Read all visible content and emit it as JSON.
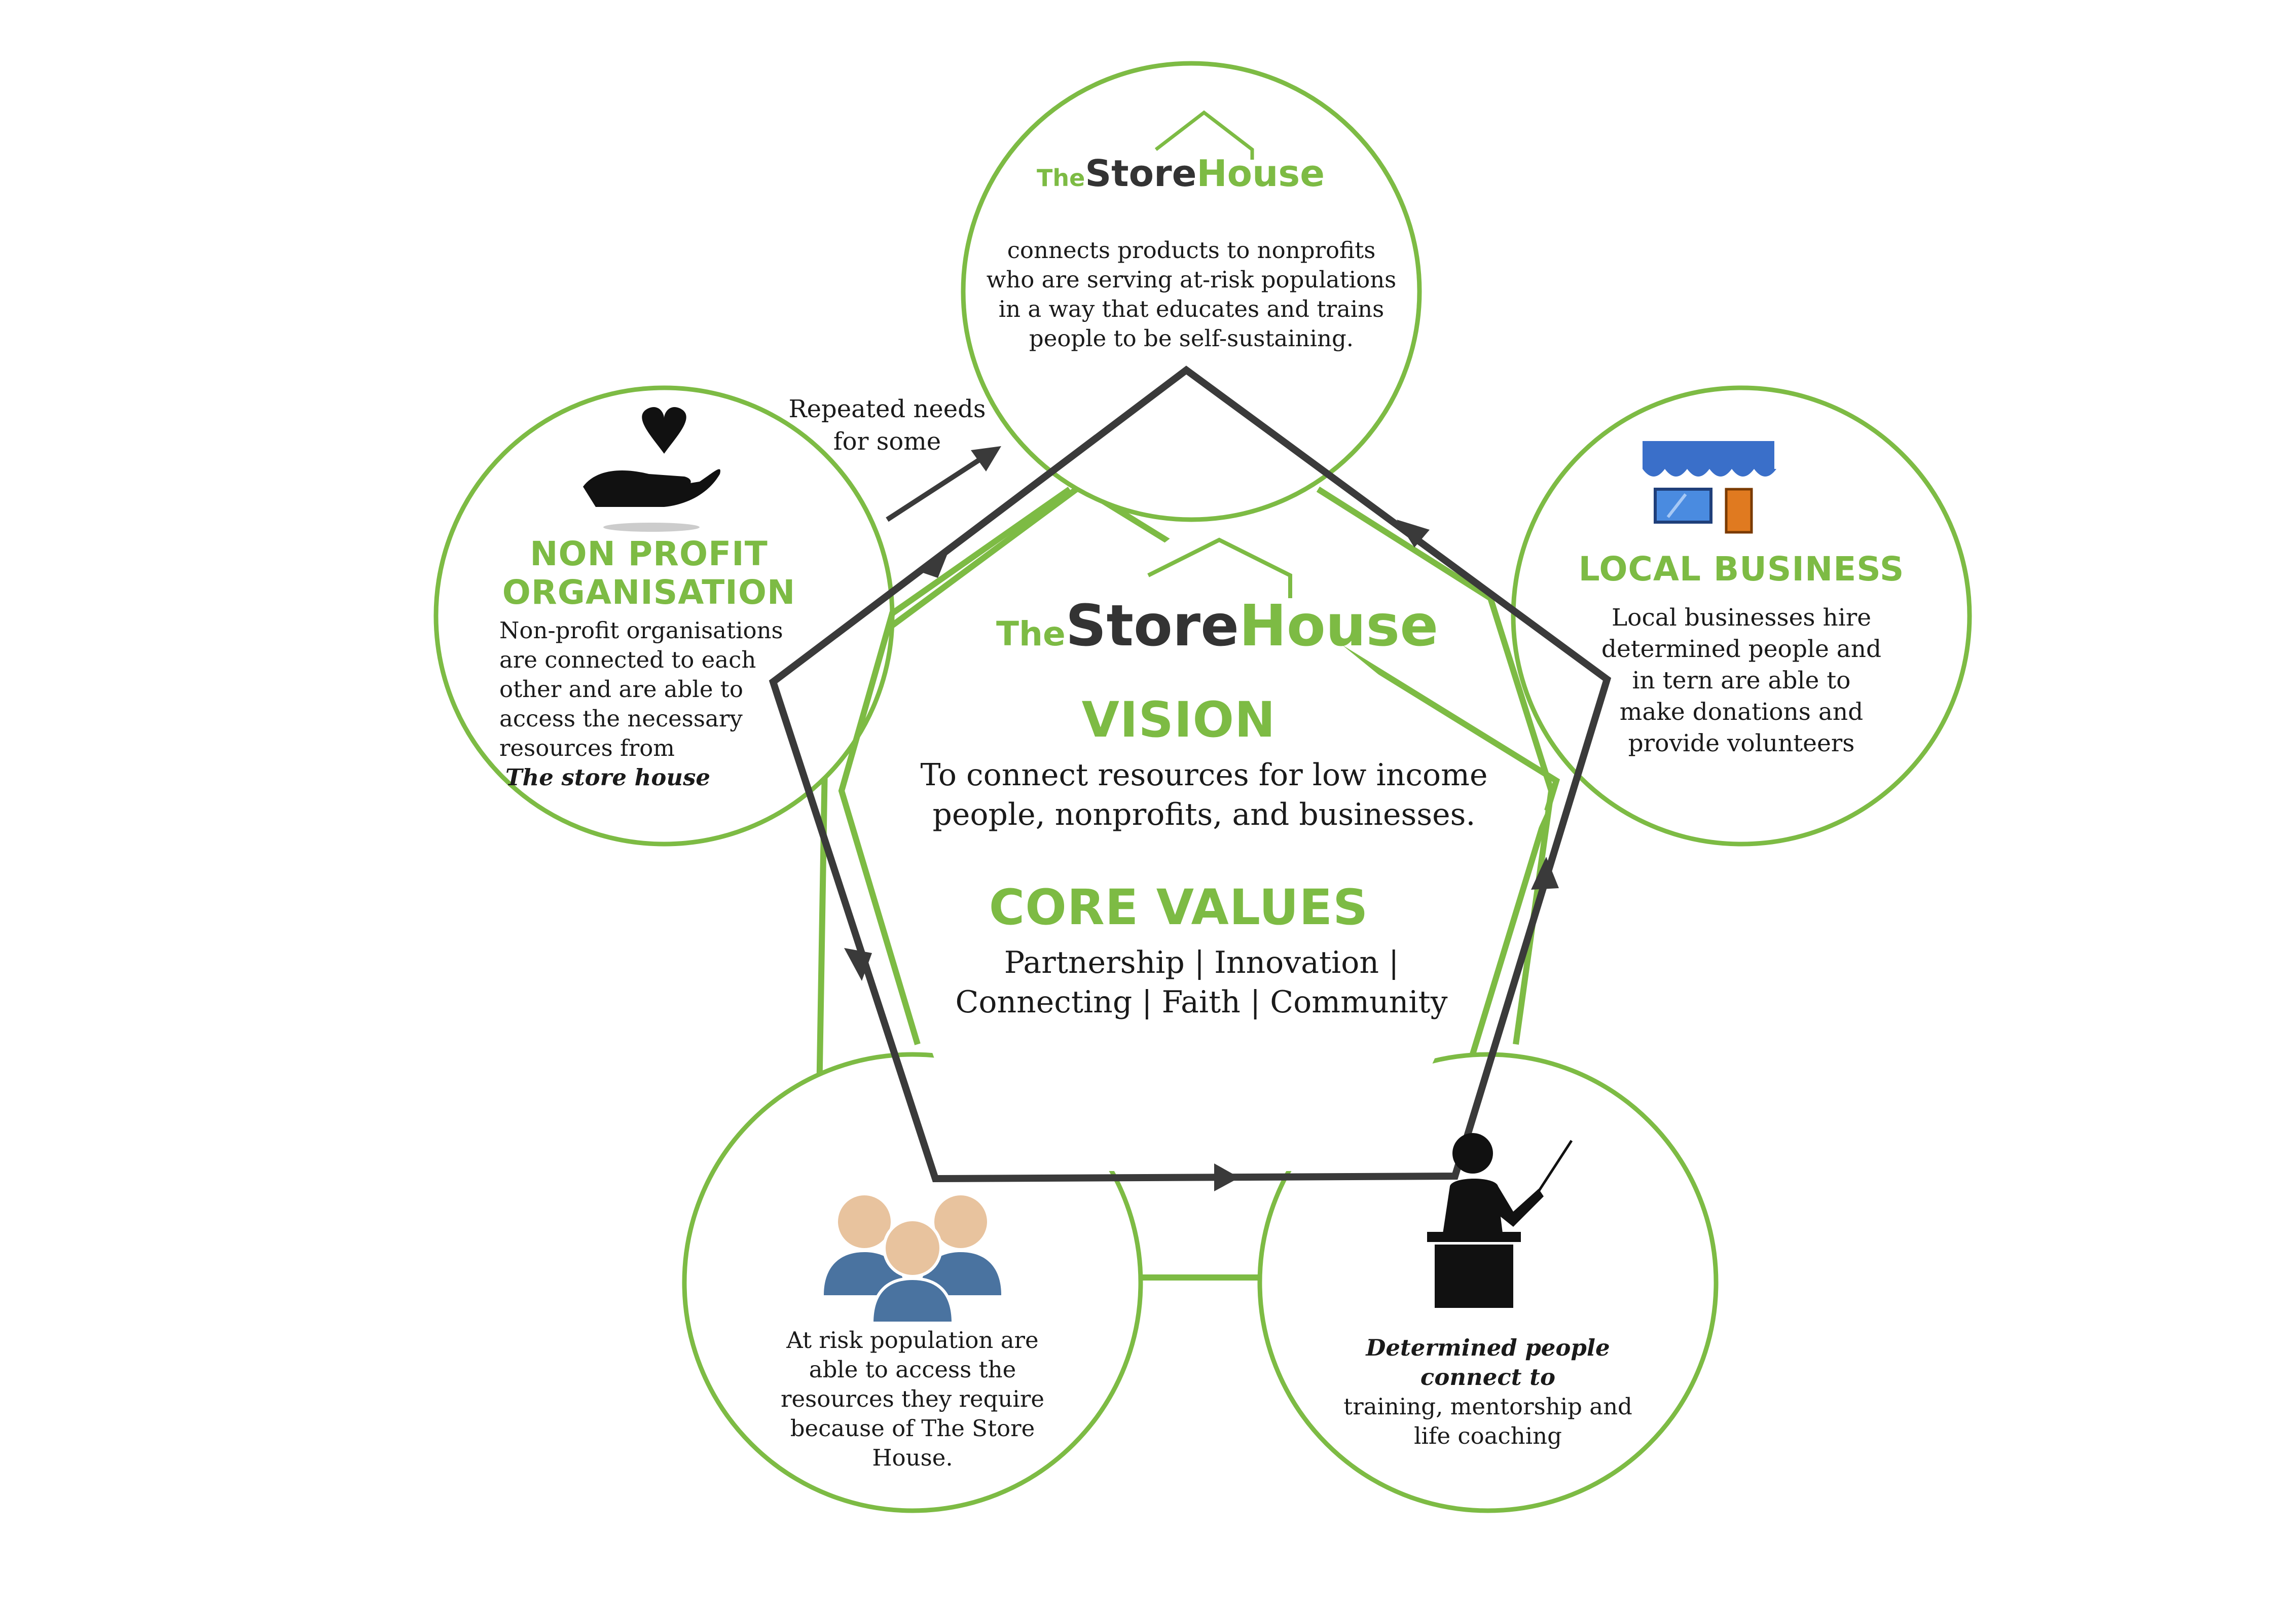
{
  "colors": {
    "brand_green": "#7dbb44",
    "dark_line": "#3a3a3a",
    "people_skin": "#e8c39e",
    "people_body": "#4a73a0",
    "awning_blue": "#3a6fc9",
    "door_orange": "#e07a20"
  },
  "logo": {
    "the": "The",
    "store": "Store",
    "house": "House"
  },
  "top_circle": {
    "text": "connects products to nonprofits who are serving at-risk populations in a way that educates and trains people to be self-sustaining."
  },
  "nonprofit": {
    "icon": "hand-heart-icon",
    "title_line1": "NON PROFIT",
    "title_line2": "ORGANISATION",
    "text": "Non-profit organisations are connected to each other and are able to access the necessary resources from",
    "text_emphasis": "The store house"
  },
  "local_business": {
    "icon": "storefront-icon",
    "title": "LOCAL BUSINESS",
    "text": "Local businesses hire determined people and in tern are able to make donations and provide volunteers"
  },
  "at_risk": {
    "icon": "people-group-icon",
    "text": "At risk population are able to access the resources they require because of The Store House."
  },
  "determined": {
    "icon": "teacher-podium-icon",
    "text_emphasis": "Determined people connect to",
    "text": "training, mentorship and life coaching"
  },
  "repeated_needs": {
    "line1": "Repeated needs",
    "line2": "for some"
  },
  "center": {
    "vision_title": "VISION",
    "vision_line1": "To connect resources for low income",
    "vision_line2": "people, nonprofits, and businesses.",
    "core_values_title": "CORE VALUES",
    "values_line1": "Partnership | Innovation |",
    "values_line2": "Connecting | Faith | Community"
  }
}
